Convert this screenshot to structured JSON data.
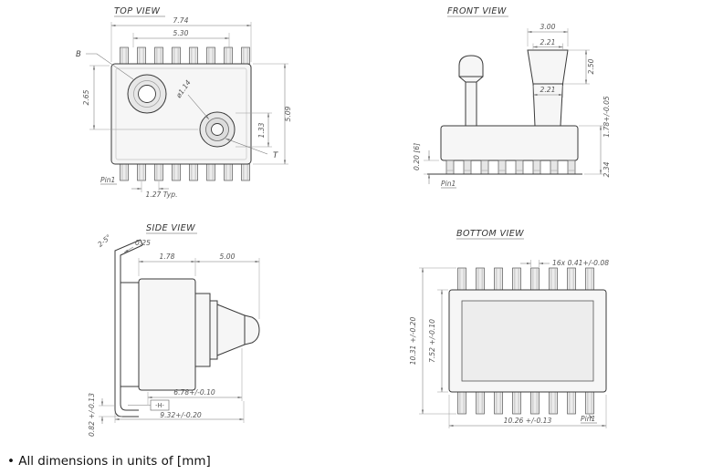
{
  "footer": {
    "note": "• All dimensions in units of [mm]"
  },
  "views": {
    "top": {
      "title": "TOP VIEW",
      "labels": {
        "b": "B",
        "t": "T",
        "pin1": "Pin1"
      },
      "dims": {
        "overall_width": "7.74",
        "inner_width": "5.30",
        "port_offset": "2.65",
        "port_diameter": "ø1.14",
        "port_to_edge": "1.33",
        "body_depth": "5.09",
        "lead_pitch": "1.27 Typ."
      }
    },
    "front": {
      "title": "FRONT VIEW",
      "labels": {
        "pin1": "Pin1"
      },
      "dims": {
        "port_top_width": "3.00",
        "port_upper_width": "2.21",
        "port_height": "2.50",
        "port_lower_width": "2.21",
        "lead_standoff": "0.20 [6]",
        "overall_height": "2.34",
        "body_height": "1.78+/-0.05"
      }
    },
    "side": {
      "title": "SIDE VIEW",
      "labels": {
        "datum": "-H-"
      },
      "dims": {
        "lead_angle": "2-5°",
        "lead_thickness": "0.25",
        "body_thickness": "1.78",
        "port_length": "5.00",
        "body_to_tip": "6.78+/-0.10",
        "overall_length": "9.32+/-0.20",
        "lead_foot": "0.82 +/-0.13"
      }
    },
    "bottom": {
      "title": "BOTTOM VIEW",
      "labels": {
        "pin1": "Pin1"
      },
      "dims": {
        "lead_width": "16x 0.41+/-0.08",
        "overall_depth": "10.31 +/-0.20",
        "body_depth": "7.52 +/-0.10",
        "body_width": "10.26 +/-0.13"
      }
    }
  }
}
